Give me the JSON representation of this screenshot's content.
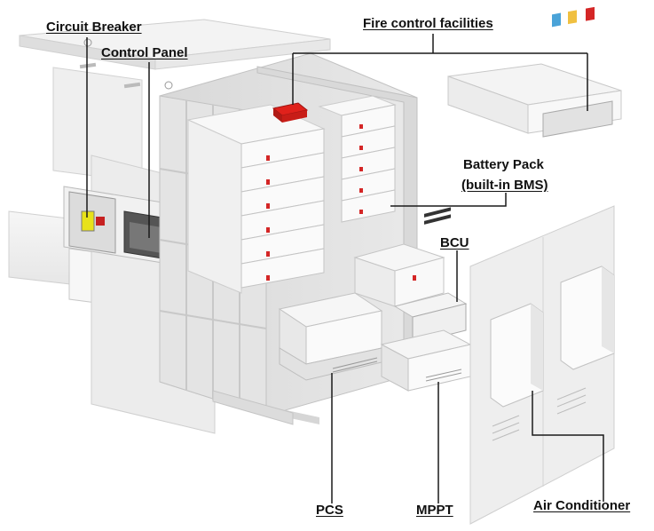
{
  "labels": {
    "circuit_breaker": "Circuit Breaker",
    "control_panel": "Control Panel",
    "fire_control": "Fire control facilities",
    "battery_pack_line1": "Battery Pack",
    "battery_pack_line2": "(built-in BMS)",
    "bcu": "BCU",
    "pcs": "PCS",
    "mppt": "MPPT",
    "air_conditioner": "Air Conditioner"
  },
  "colors": {
    "cabinet_light": "#f4f4f4",
    "cabinet_mid": "#e2e2e2",
    "cabinet_dark": "#c9c9c9",
    "fire_red": "#e0211b",
    "breaker_yellow": "#e8e21a",
    "leader_line": "#1a1a1a",
    "label_text": "#111111"
  }
}
